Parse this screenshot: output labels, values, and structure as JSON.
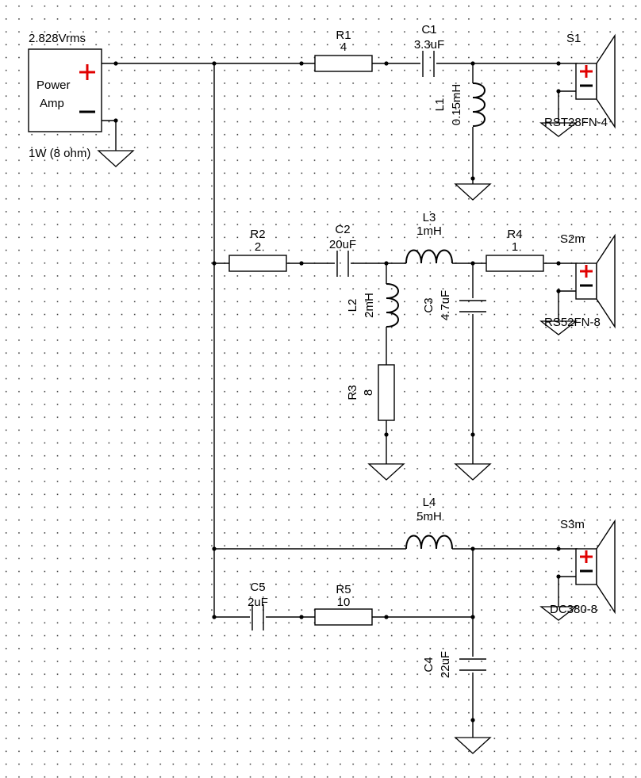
{
  "amp": {
    "voltage": "2.828Vrms",
    "label_line1": "Power",
    "label_line2": "Amp",
    "power": "1W (8 ohm)"
  },
  "components": {
    "R1": {
      "name": "R1",
      "value": "4"
    },
    "C1": {
      "name": "C1",
      "value": "3.3uF"
    },
    "L1": {
      "name": "L1",
      "value": "0.15mH"
    },
    "R2": {
      "name": "R2",
      "value": "2"
    },
    "C2": {
      "name": "C2",
      "value": "20uF"
    },
    "L3": {
      "name": "L3",
      "value": "1mH"
    },
    "R4": {
      "name": "R4",
      "value": "1"
    },
    "L2": {
      "name": "L2",
      "value": "2mH"
    },
    "C3": {
      "name": "C3",
      "value": "4.7uF"
    },
    "R3": {
      "name": "R3",
      "value": "8"
    },
    "L4": {
      "name": "L4",
      "value": "5mH"
    },
    "C5": {
      "name": "C5",
      "value": "2uF"
    },
    "R5": {
      "name": "R5",
      "value": "10"
    },
    "C4": {
      "name": "C4",
      "value": "22uF"
    }
  },
  "speakers": {
    "S1": {
      "name": "S1",
      "model": "RST28FN-4"
    },
    "S2": {
      "name": "S2m",
      "model": "RS52FN-8"
    },
    "S3": {
      "name": "S3m",
      "model": "DC380-8"
    }
  },
  "symbols": {
    "plus": "+",
    "minus": "−"
  }
}
